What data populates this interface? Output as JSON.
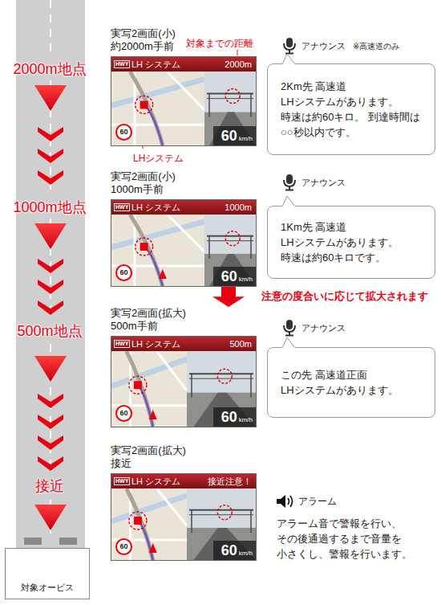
{
  "diagram": {
    "nodes": [
      {
        "text": [
          "実写2画面(小) 約2000m手前",
          "HWY",
          "LH システム",
          "2000m",
          "60",
          "60",
          "km/h"
        ]
      },
      {
        "text": [
          "2Km先 高速道 LHシステムがあります。 時速は約60キロ。 到達時間は○○秒以内です。"
        ]
      },
      {
        "text": [
          "実写2画面(小) 1000m手前",
          "HWY",
          "LH システム",
          "1000m",
          "60",
          "60",
          "km/h"
        ]
      },
      {
        "text": [
          "1Km先 高速道 LHシステムがあります。 時速は約60キロです。"
        ]
      },
      {
        "text": [
          "実写2画面(拡大) 500m手前",
          "HWY",
          "LH システム",
          "500m",
          "60",
          "60",
          "km/h"
        ]
      },
      {
        "text": [
          "この先 高速道正面 LHシステムがあります。"
        ]
      },
      {
        "text": [
          "実写2画面(拡大) 接近",
          "HWY",
          "LH システム",
          "接近注意！",
          "60",
          "60",
          "km/h"
        ]
      },
      {
        "text": [
          "対象オービス"
        ]
      }
    ],
    "edges": [
      {
        "from": 2,
        "to": 4,
        "arrow": "to",
        "label": "注意の度合いに応じて拡大されます"
      }
    ],
    "labels": [
      "2000m地点",
      "1000m地点",
      "500m地点",
      "接近",
      "対象までの距離",
      "LHシステム",
      "アナウンス",
      "※高速道のみ",
      "アナウンス",
      "アナウンス",
      "アラーム",
      "アラーム音で警報を行い、 その後通過するまで音量を 小さくし、警報を行います。"
    ]
  }
}
